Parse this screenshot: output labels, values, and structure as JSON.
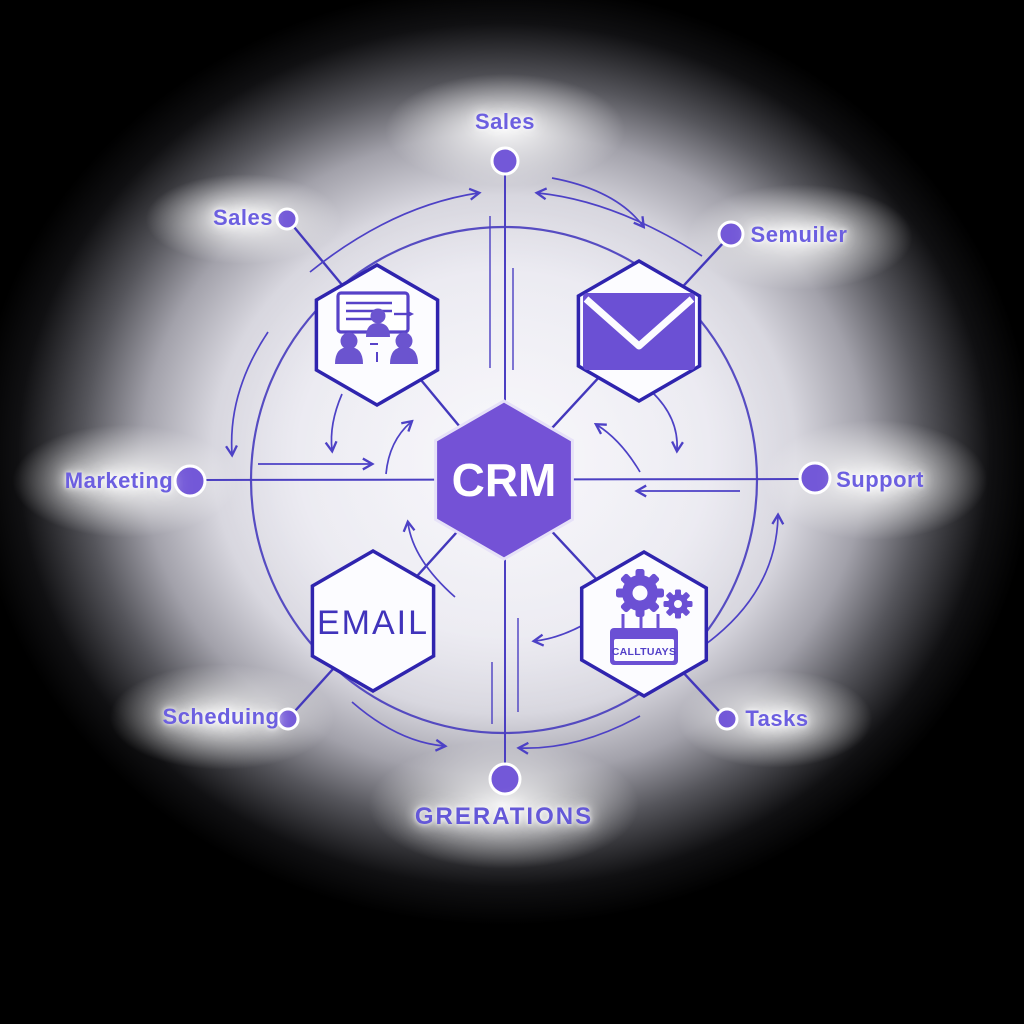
{
  "center": {
    "label": "CRM"
  },
  "satellites": {
    "top_left": {
      "icon": "team-presentation-icon"
    },
    "top_right": {
      "icon": "envelope-icon"
    },
    "bottom_left": {
      "label": "EMAIL"
    },
    "bottom_right": {
      "icon": "gears-machine-icon",
      "box_label": "CALLTUAYS"
    }
  },
  "spoke_labels": {
    "top": "Sales",
    "upper_left": "Sales",
    "upper_right": "Semuiler",
    "left": "Marketing",
    "right": "Support",
    "lower_left": "Scheduing",
    "lower_right": "Tasks",
    "bottom": "GRERATIONS"
  },
  "colors": {
    "accent": "#7452d6",
    "line": "#4b3fc2",
    "hex_border": "#2f24ae",
    "label": "#6c5fe0",
    "dot": "#7358d8",
    "center_text": "#ffffff"
  }
}
